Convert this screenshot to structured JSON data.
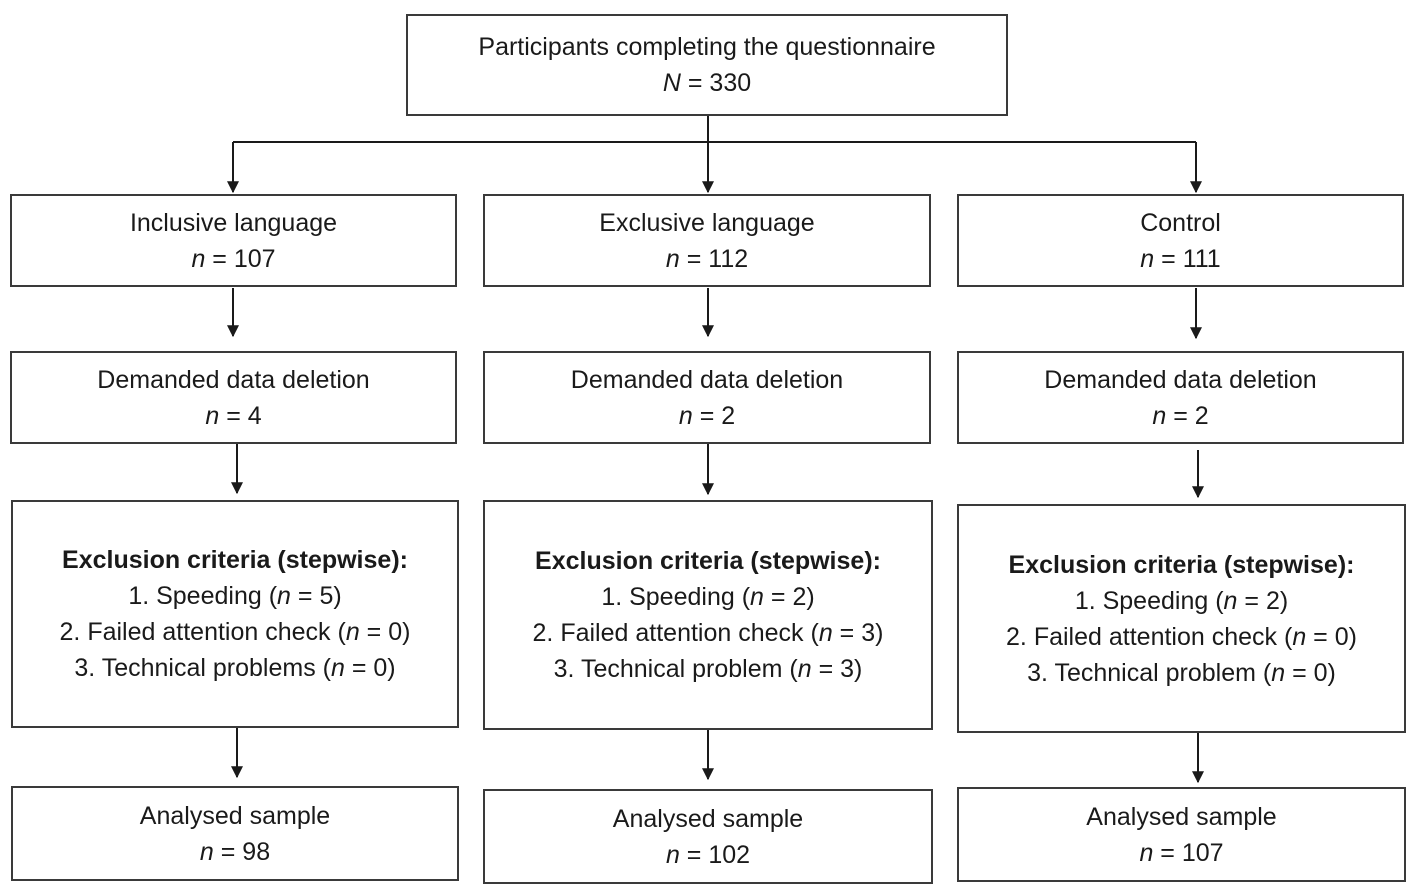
{
  "top": {
    "title": "Participants completing the questionnaire",
    "n_label": "N",
    "n_value": "330"
  },
  "columns": [
    {
      "group": {
        "title": "Inclusive language",
        "n_label": "n",
        "n_value": "107"
      },
      "deletion": {
        "title": "Demanded data deletion",
        "n_label": "n",
        "n_value": "4"
      },
      "exclusion": {
        "heading": "Exclusion criteria (stepwise):",
        "items": [
          {
            "label": "1. Speeding",
            "n_label": "n",
            "n_value": "5"
          },
          {
            "label": "2. Failed attention check",
            "n_label": "n",
            "n_value": "0"
          },
          {
            "label": "3. Technical problems",
            "n_label": "n",
            "n_value": "0"
          }
        ]
      },
      "analysed": {
        "title": "Analysed sample",
        "n_label": "n",
        "n_value": "98"
      }
    },
    {
      "group": {
        "title": "Exclusive language",
        "n_label": "n",
        "n_value": "112"
      },
      "deletion": {
        "title": "Demanded data deletion",
        "n_label": "n",
        "n_value": "2"
      },
      "exclusion": {
        "heading": "Exclusion criteria (stepwise):",
        "items": [
          {
            "label": "1. Speeding",
            "n_label": "n",
            "n_value": "2"
          },
          {
            "label": "2. Failed attention check",
            "n_label": "n",
            "n_value": "3"
          },
          {
            "label": "3. Technical problem",
            "n_label": "n",
            "n_value": "3"
          }
        ]
      },
      "analysed": {
        "title": "Analysed sample",
        "n_label": "n",
        "n_value": "102"
      }
    },
    {
      "group": {
        "title": "Control",
        "n_label": "n",
        "n_value": "111"
      },
      "deletion": {
        "title": "Demanded data deletion",
        "n_label": "n",
        "n_value": "2"
      },
      "exclusion": {
        "heading": "Exclusion criteria (stepwise):",
        "items": [
          {
            "label": "1. Speeding",
            "n_label": "n",
            "n_value": "2"
          },
          {
            "label": "2. Failed attention check",
            "n_label": "n",
            "n_value": "0"
          },
          {
            "label": "3. Technical problem",
            "n_label": "n",
            "n_value": "0"
          }
        ]
      },
      "analysed": {
        "title": "Analysed sample",
        "n_label": "n",
        "n_value": "107"
      }
    }
  ]
}
